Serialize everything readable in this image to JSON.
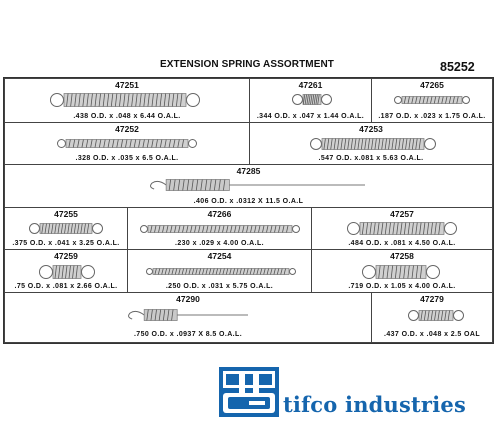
{
  "header": {
    "title": "EXTENSION SPRING ASSORTMENT",
    "part_number": "85252"
  },
  "items": [
    {
      "code": "47251",
      "spec": ".438 O.D. x .048 x 6.44 O.A.L."
    },
    {
      "code": "47261",
      "spec": ".344 O.D. x .047 x 1.44 O.A.L."
    },
    {
      "code": "47265",
      "spec": ".187 O.D. x .023 x 1.75 O.A.L."
    },
    {
      "code": "47252",
      "spec": ".328 O.D. x .035 x 6.5 O.A.L."
    },
    {
      "code": "47253",
      "spec": ".547 O.D. x.081 x 5.63 O.A.L."
    },
    {
      "code": "47285",
      "spec": ".406 O.D. x .0312 X 11.5 O.A.L"
    },
    {
      "code": "47255",
      "spec": ".375 O.D. x .041 x 3.25 O.A.L."
    },
    {
      "code": "47266",
      "spec": ".230 x .029 x 4.00 O.A.L."
    },
    {
      "code": "47257",
      "spec": ".484 O.D. x .081 x 4.50 O.A.L."
    },
    {
      "code": "47259",
      "spec": ".75 O.D. x .081 x 2.66 O.A.L."
    },
    {
      "code": "47254",
      "spec": ".250 O.D. x .031 x 5.75 O.A.L."
    },
    {
      "code": "47258",
      "spec": ".719 O.D. x 1.05 x 4.00 O.A.L."
    },
    {
      "code": "47290",
      "spec": ".750 O.D. x .0937 X 8.5 O.A.L."
    },
    {
      "code": "47279",
      "spec": ".437 O.D. x .048 x 2.5 OAL"
    }
  ],
  "logo": {
    "text": "tifco industries",
    "color": "#1565ad"
  }
}
